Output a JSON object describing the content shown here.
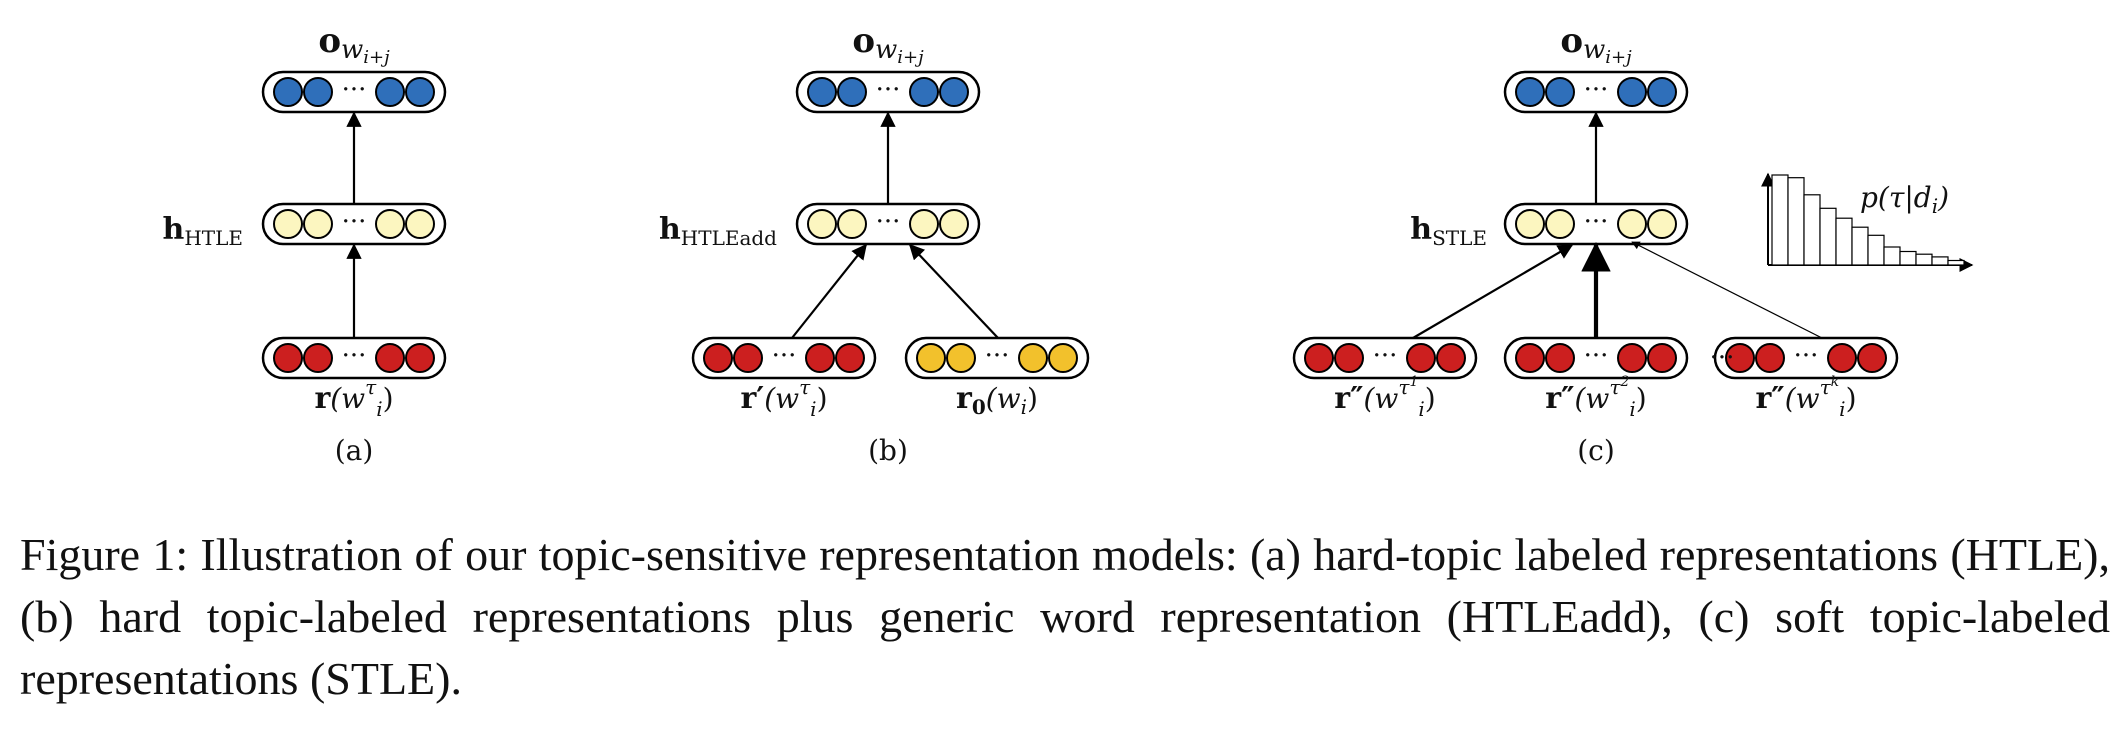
{
  "colors": {
    "blue": "#2f6fba",
    "cream": "#fcf6c0",
    "red": "#cc1f1f",
    "gold": "#f2c12c",
    "stroke": "#000000"
  },
  "layer_ellipsis": "···",
  "panels": [
    {
      "caption": "(a)",
      "output_label": {
        "main": "o",
        "sub": "w",
        "sub2": "i+j"
      },
      "hidden_label": {
        "main": "h",
        "sub": "HTLE"
      },
      "inputs": [
        {
          "color": "red",
          "label": {
            "main": "r",
            "prime": "",
            "arg": "(w",
            "arg_sub": "i",
            "arg_sup": "τ",
            "arg_sup2": "",
            "close": ")"
          }
        }
      ]
    },
    {
      "caption": "(b)",
      "output_label": {
        "main": "o",
        "sub": "w",
        "sub2": "i+j"
      },
      "hidden_label": {
        "main": "h",
        "sub": "HTLEadd"
      },
      "inputs": [
        {
          "color": "red",
          "label": {
            "main": "r",
            "prime": "′",
            "arg": "(w",
            "arg_sub": "i",
            "arg_sup": "τ",
            "arg_sup2": "",
            "close": ")"
          }
        },
        {
          "color": "gold",
          "label": {
            "main": "r",
            "prime": "",
            "main_sub": "0",
            "arg": "(w",
            "arg_sub": "i",
            "arg_sup": "",
            "arg_sup2": "",
            "close": ")"
          }
        }
      ]
    },
    {
      "caption": "(c)",
      "output_label": {
        "main": "o",
        "sub": "w",
        "sub2": "i+j"
      },
      "hidden_label": {
        "main": "h",
        "sub": "STLE"
      },
      "inputs": [
        {
          "color": "red",
          "label": {
            "main": "r",
            "prime": "″",
            "arg": "(w",
            "arg_sub": "i",
            "arg_sup": "τ",
            "arg_sup2": "1",
            "close": ")"
          }
        },
        {
          "color": "red",
          "label": {
            "main": "r",
            "prime": "″",
            "arg": "(w",
            "arg_sub": "i",
            "arg_sup": "τ",
            "arg_sup2": "2",
            "close": ")"
          }
        },
        {
          "color": "red",
          "label": {
            "main": "r",
            "prime": "″",
            "arg": "(w",
            "arg_sub": "i",
            "arg_sup": "τ",
            "arg_sup2": "k",
            "close": ")"
          }
        }
      ],
      "between_inputs_ellipsis": "···",
      "histogram": {
        "label": "p(τ|d",
        "label_sub": "i",
        "label_close": ")",
        "bars": [
          1.0,
          0.97,
          0.78,
          0.63,
          0.52,
          0.42,
          0.33,
          0.2,
          0.15,
          0.12,
          0.09,
          0.05
        ]
      }
    }
  ],
  "caption": "Figure 1: Illustration of our topic-sensitive representation models: (a) hard-topic labeled representations (HTLE), (b) hard topic-labeled representations plus generic word representation (HTLEadd), (c) soft topic-labeled representations (STLE)."
}
